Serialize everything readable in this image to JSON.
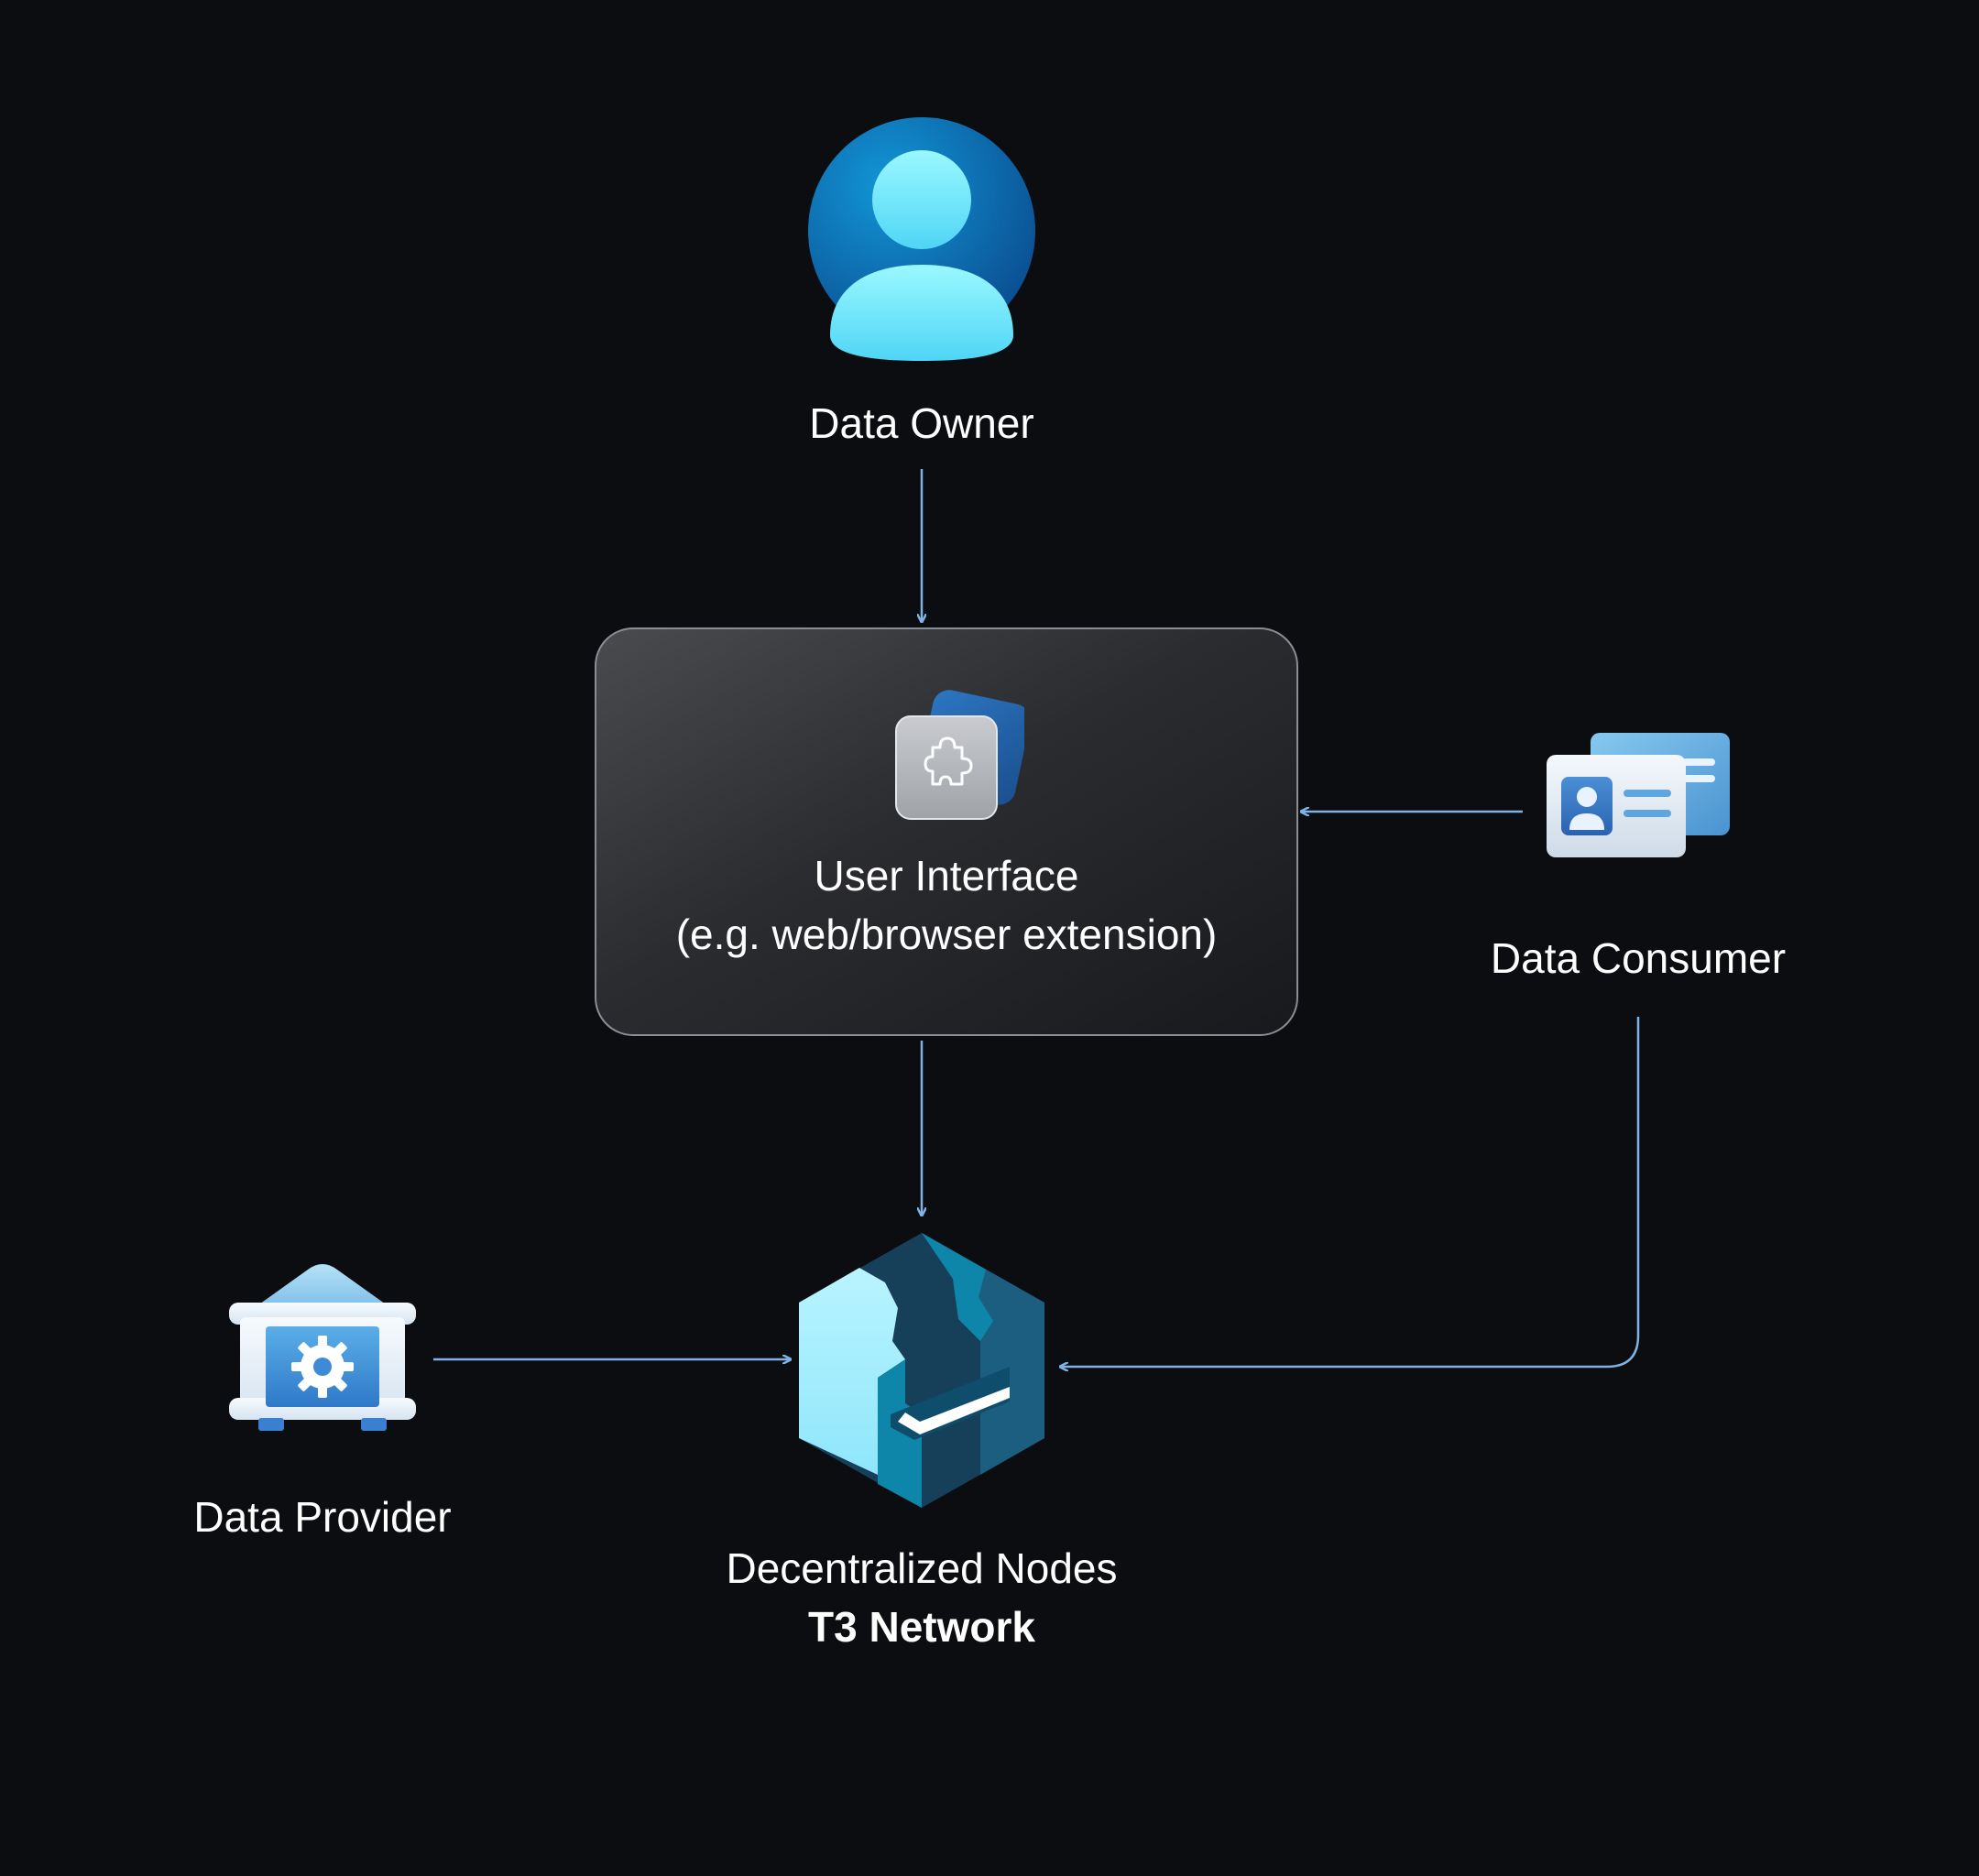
{
  "nodes": {
    "data_owner": {
      "label": "Data Owner",
      "icon": "user-avatar-icon"
    },
    "user_interface": {
      "line1": "User Interface",
      "line2": "(e.g. web/browser extension)",
      "icon": "puzzle-extension-icon"
    },
    "data_consumer": {
      "label": "Data Consumer",
      "icon": "id-cards-icon"
    },
    "data_provider": {
      "label": "Data Provider",
      "icon": "bank-gear-icon"
    },
    "decentralized_nodes": {
      "line1": "Decentralized Nodes",
      "line2": "T3 Network",
      "icon": "t3-hexagon-logo-icon"
    }
  },
  "connections": [
    {
      "from": "data_owner",
      "to": "user_interface"
    },
    {
      "from": "data_consumer",
      "to": "user_interface"
    },
    {
      "from": "user_interface",
      "to": "decentralized_nodes"
    },
    {
      "from": "data_provider",
      "to": "decentralized_nodes"
    },
    {
      "from": "data_consumer",
      "to": "decentralized_nodes"
    }
  ],
  "colors": {
    "background": "#0c0d10",
    "connector": "#7fb2e5",
    "text": "#ffffff",
    "accent_light": "#8ff4ff",
    "accent_dark": "#0c5ea8"
  }
}
